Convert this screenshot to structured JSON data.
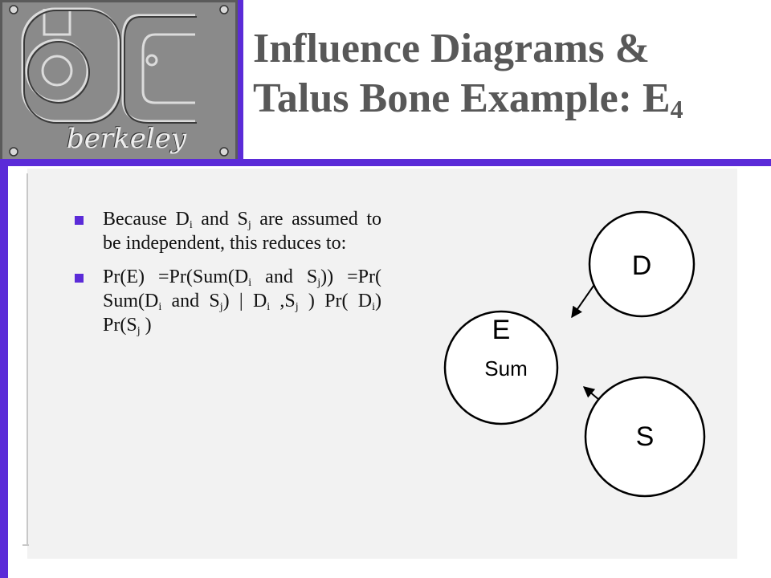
{
  "logo": {
    "text": "berkeley"
  },
  "colors": {
    "accent": "#5b2bd8",
    "title": "#585858",
    "panel": "#f2f2f2",
    "logo_bg": "#8a8a8a"
  },
  "title": {
    "line1": "Influence Diagrams &",
    "line2": "Talus Bone Example: E",
    "line2_sub": "4"
  },
  "bullets": [
    {
      "p1": "Because D",
      "s1": "i",
      "p2": " and S",
      "s2": "j",
      "p3": " are assumed to be independent, this reduces to:"
    },
    {
      "p1": "Pr(E) =Pr(Sum(D",
      "s1": "i",
      "p2": " and S",
      "s2": "j",
      "p3": ")) =Pr( Sum(D",
      "s3": "i",
      "p4": " and S",
      "s4": "j",
      "p5": ") | D",
      "s5": "i",
      "p6": " ,S",
      "s6": "j",
      "p7": " ) Pr( D",
      "s7": "i",
      "p8": ") Pr(S",
      "s8": "j",
      "p9": " )"
    }
  ],
  "diagram": {
    "nodes": {
      "d": "D",
      "e": "E",
      "e_sub": "Sum",
      "s": "S"
    }
  }
}
